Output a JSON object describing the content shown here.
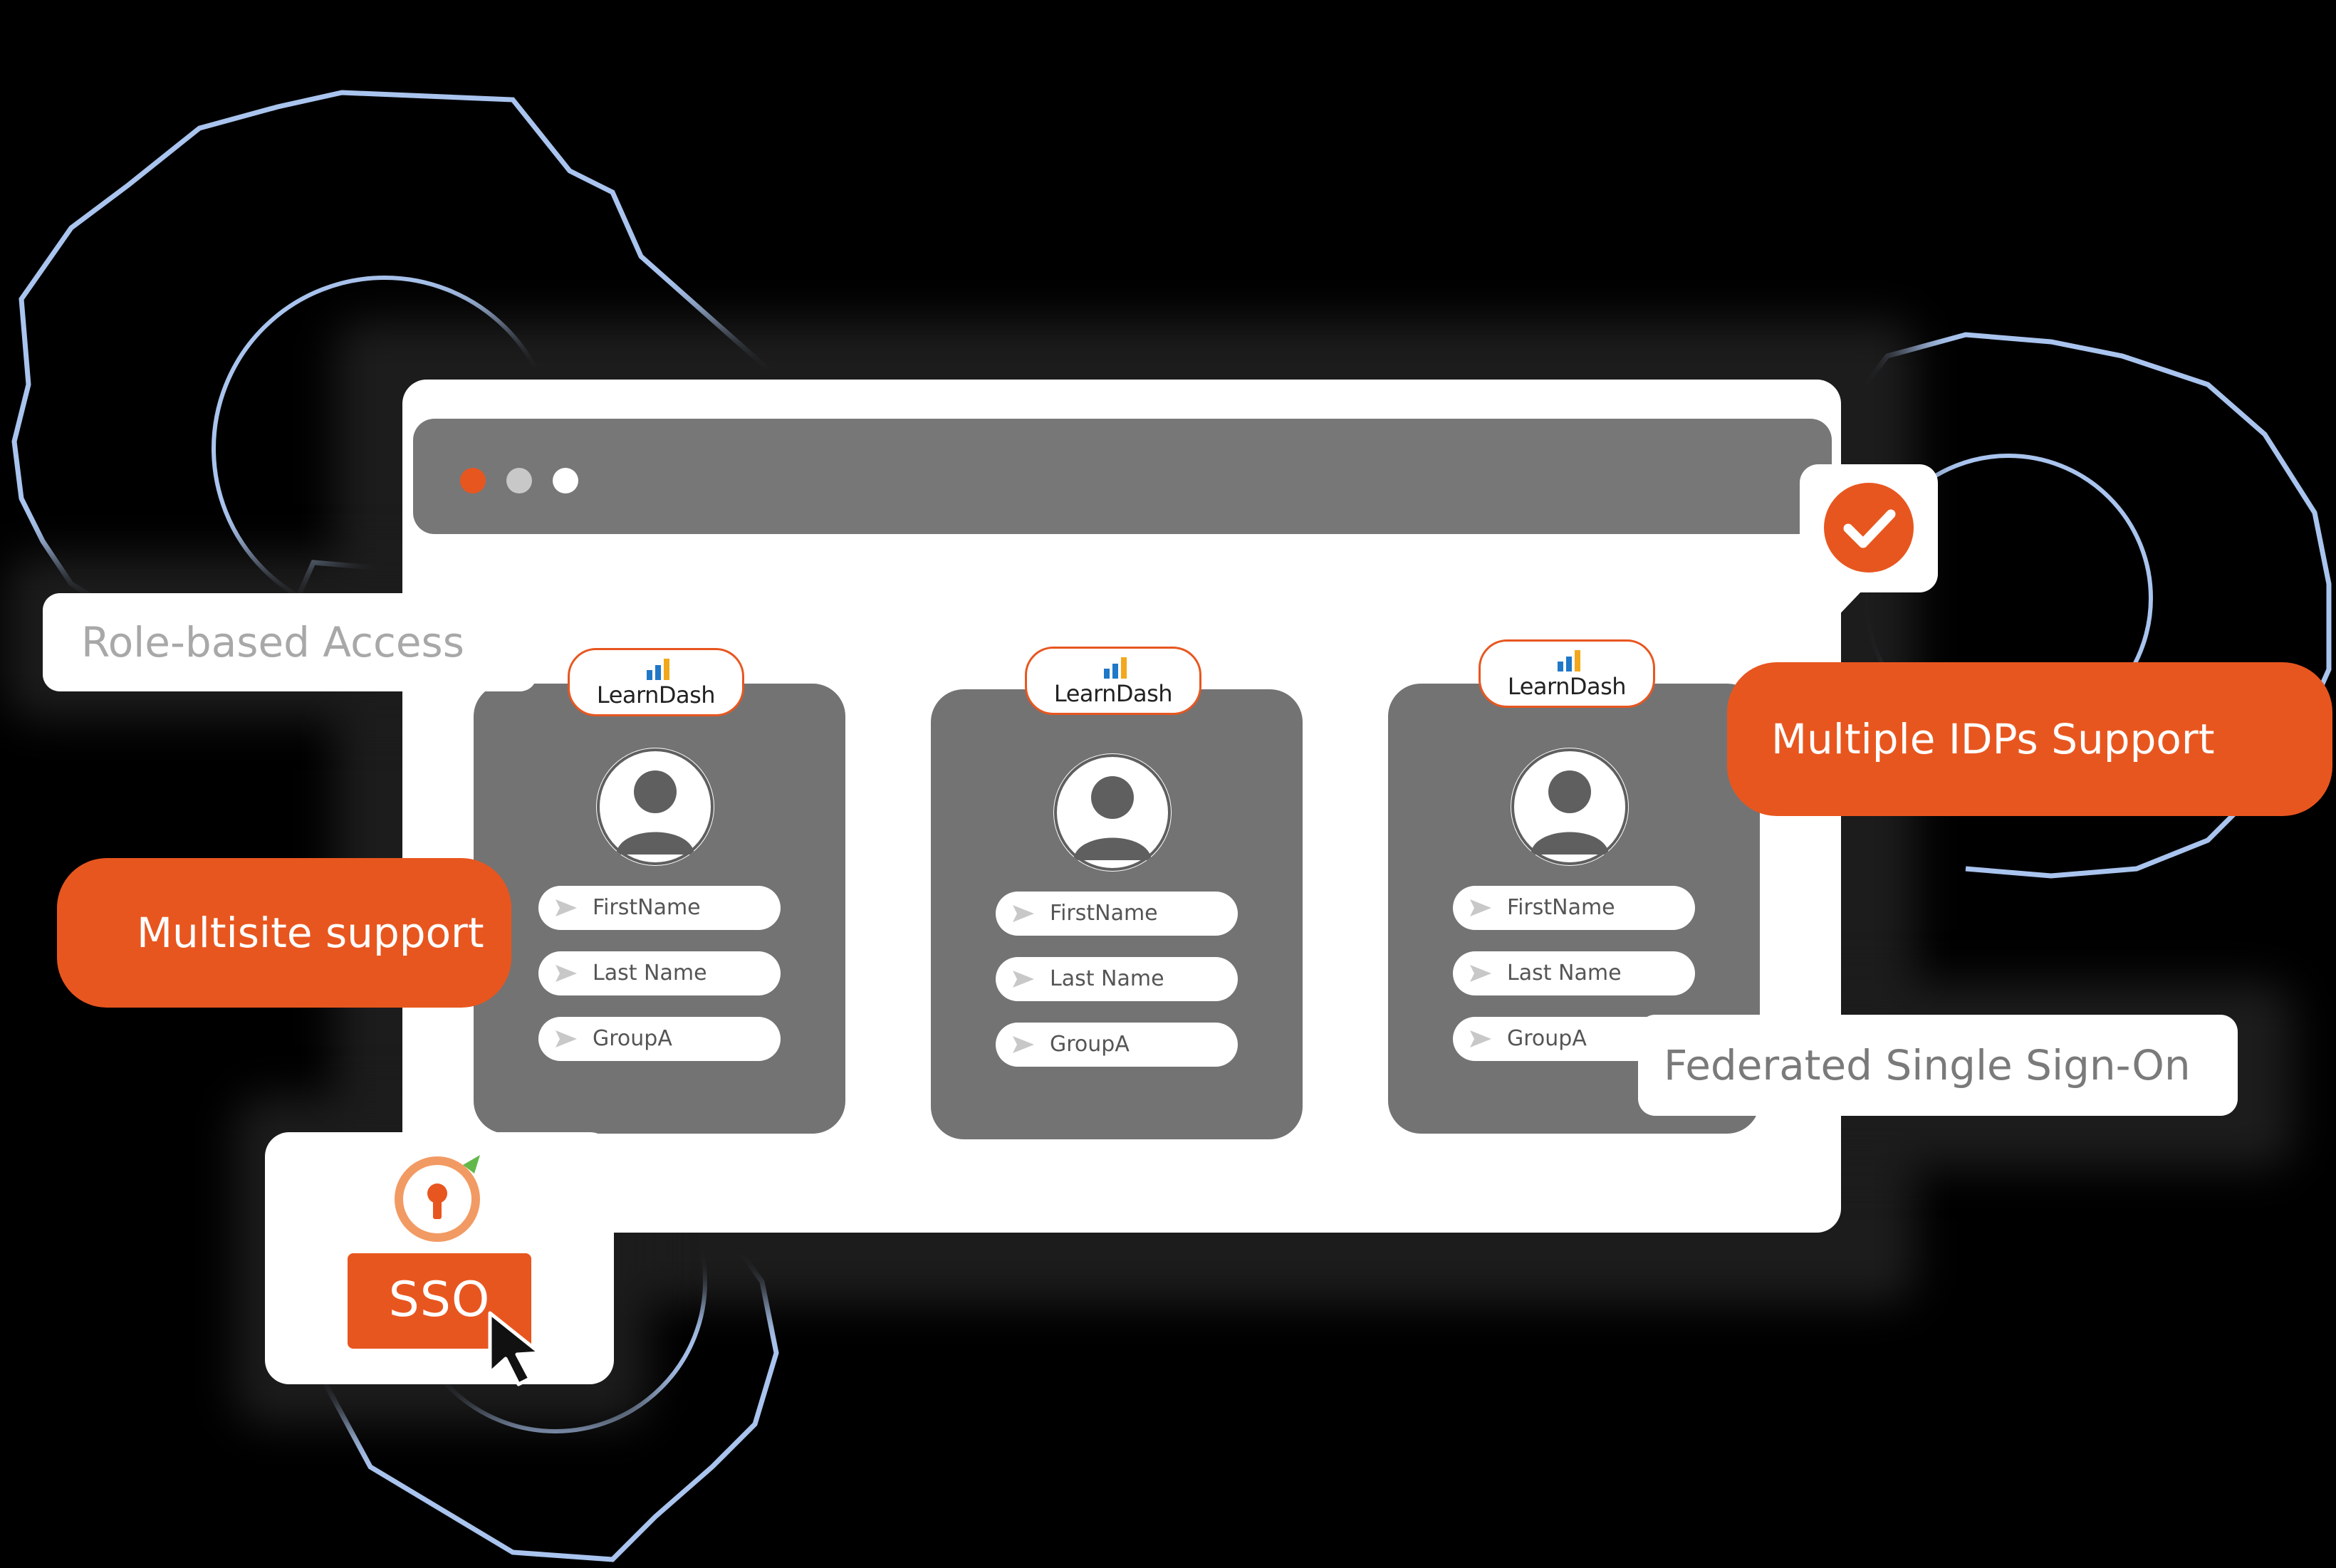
{
  "colors": {
    "accent": "#e8561f",
    "gear": "#a9c4ee",
    "card": "#737373",
    "titlebar": "#777777"
  },
  "window": {
    "controls": [
      {
        "name": "close-dot",
        "color": "#e8561f"
      },
      {
        "name": "minimize-dot",
        "color": "#c8c8c8"
      },
      {
        "name": "maximize-dot",
        "color": "#ffffff"
      }
    ]
  },
  "cards": [
    {
      "brand": "LearnDash",
      "fields": [
        "FirstName",
        "Last Name",
        "GroupA"
      ]
    },
    {
      "brand": "LearnDash",
      "fields": [
        "FirstName",
        "Last Name",
        "GroupA"
      ]
    },
    {
      "brand": "LearnDash",
      "fields": [
        "FirstName",
        "Last Name",
        "GroupA"
      ]
    }
  ],
  "features": {
    "role_based": "Role-based Access",
    "multisite": "Multisite support",
    "multiple_idps": "Multiple IDPs Support",
    "federated": "Federated Single Sign-On"
  },
  "sso": {
    "label": "SSO",
    "icon": "keyhole-lock-icon",
    "cursor": "mouse-pointer-icon"
  },
  "status": {
    "icon": "check-circle-icon"
  }
}
